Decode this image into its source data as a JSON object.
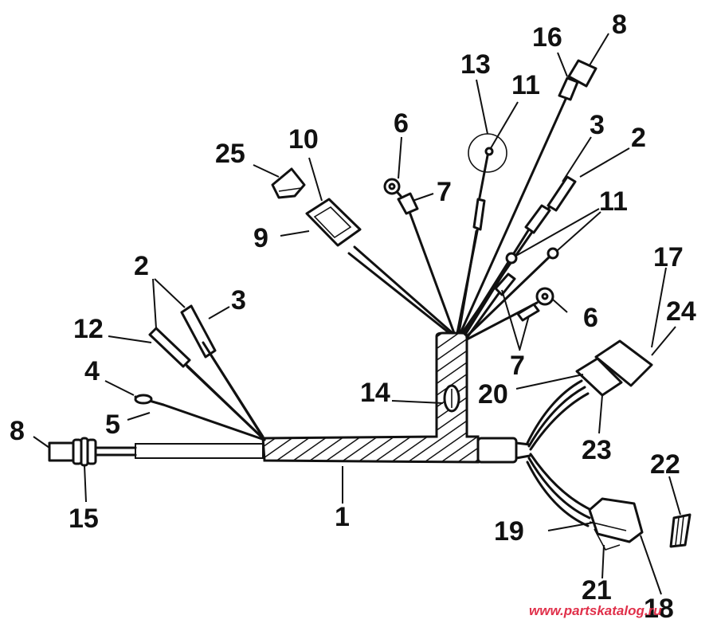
{
  "labels": {
    "l1": "1",
    "l2a": "2",
    "l2b": "2",
    "l3a": "3",
    "l3b": "3",
    "l4": "4",
    "l5": "5",
    "l6a": "6",
    "l6b": "6",
    "l7a": "7",
    "l7b": "7",
    "l8a": "8",
    "l8b": "8",
    "l9": "9",
    "l10": "10",
    "l11a": "11",
    "l11b": "11",
    "l12": "12",
    "l13": "13",
    "l14": "14",
    "l15": "15",
    "l16": "16",
    "l17": "17",
    "l18": "18",
    "l19": "19",
    "l20": "20",
    "l21": "21",
    "l22": "22",
    "l23": "23",
    "l24": "24",
    "l25": "25"
  },
  "watermark": "www.partskatalog.ru"
}
